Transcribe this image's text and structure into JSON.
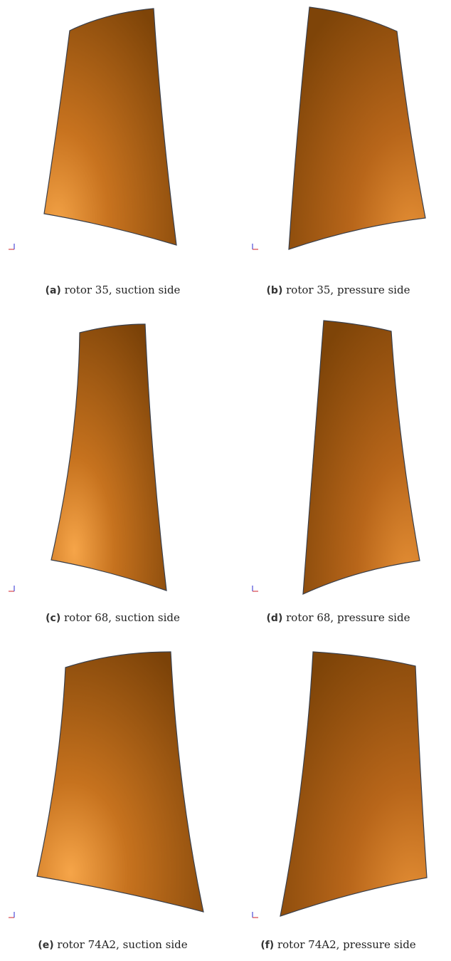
{
  "panels": [
    {
      "label": "(a)",
      "caption": "rotor 35, suction side"
    },
    {
      "label": "(b)",
      "caption": "rotor 35, pressure side"
    },
    {
      "label": "(c)",
      "caption": "rotor 68, suction side"
    },
    {
      "label": "(d)",
      "caption": "rotor 68, pressure side"
    },
    {
      "label": "(e)",
      "caption": "rotor 74A2, suction side"
    },
    {
      "label": "(f)",
      "caption": "rotor 74A2, pressure side"
    }
  ],
  "colors": {
    "blade_light": "#f2a145",
    "blade_mid": "#b8661a",
    "blade_dark": "#7a4208",
    "edge": "#3a3f4a",
    "axis_red": "#d0202a",
    "axis_blue": "#2a2ad0"
  }
}
